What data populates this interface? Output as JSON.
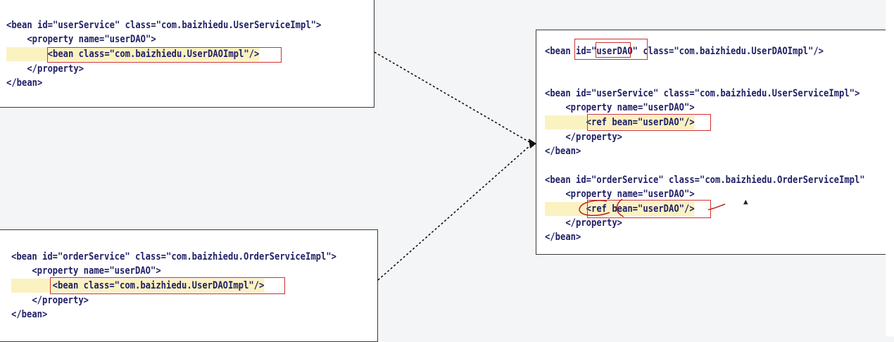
{
  "panels": {
    "user_service_inline": {
      "lines": [
        "<bean id=\"userService\" class=\"com.baizhiedu.UserServiceImpl\">",
        "    <property name=\"userDAO\">",
        "        <bean class=\"com.baizhiedu.UserDAOImpl\"/>",
        "    </property>",
        "</bean>"
      ]
    },
    "order_service_inline": {
      "lines": [
        "<bean id=\"orderService\" class=\"com.baizhiedu.OrderServiceImpl\">",
        "    <property name=\"userDAO\">",
        "        <bean class=\"com.baizhiedu.UserDAOImpl\"/>",
        "    </property>",
        "</bean>"
      ]
    },
    "refactored": {
      "lines": [
        "<bean id=\"userDAO\" class=\"com.baizhiedu.UserDAOImpl\"/>",
        "",
        "<bean id=\"userService\" class=\"com.baizhiedu.UserServiceImpl\">",
        "    <property name=\"userDAO\">",
        "        <ref bean=\"userDAO\"/>",
        "    </property>",
        "</bean>",
        "",
        "<bean id=\"orderService\" class=\"com.baizhiedu.OrderServiceImpl\"",
        "    <property name=\"userDAO\">",
        "        <ref bean=\"userDAO\"/>",
        "    </property>",
        "</bean>"
      ]
    }
  },
  "colors": {
    "tag": "#1f1f66",
    "attribute": "#20209a",
    "value": "#1b7a2b",
    "highlight_box": "#d03030",
    "highlight_fill": "#fbf2c2"
  }
}
